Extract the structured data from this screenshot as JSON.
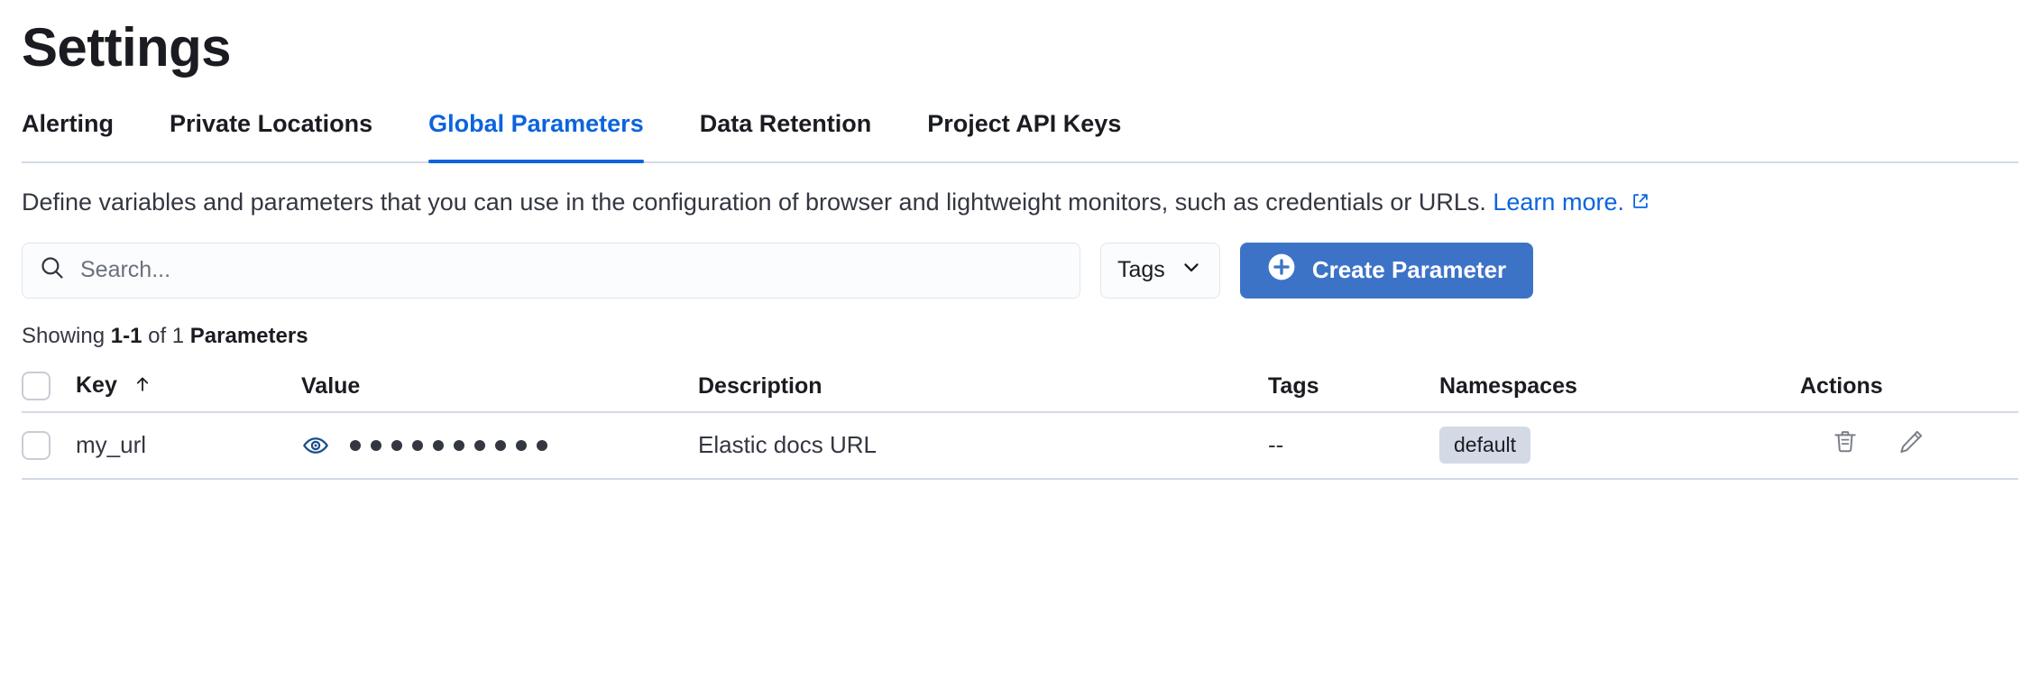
{
  "page": {
    "title": "Settings"
  },
  "tabs": [
    {
      "label": "Alerting",
      "active": false
    },
    {
      "label": "Private Locations",
      "active": false
    },
    {
      "label": "Global Parameters",
      "active": true
    },
    {
      "label": "Data Retention",
      "active": false
    },
    {
      "label": "Project API Keys",
      "active": false
    }
  ],
  "description": {
    "text": "Define variables and parameters that you can use in the configuration of browser and lightweight monitors, such as credentials or URLs.",
    "link_label": "Learn more.",
    "link_icon": "external-link-icon"
  },
  "controls": {
    "search": {
      "icon": "search-icon",
      "value": "",
      "placeholder": "Search..."
    },
    "tags_filter": {
      "label": "Tags",
      "icon": "chevron-down-icon"
    },
    "create_button": {
      "label": "Create Parameter",
      "icon": "plus-circle-icon"
    }
  },
  "results": {
    "prefix": "Showing ",
    "range": "1-1",
    "middle": " of 1 ",
    "entity": "Parameters"
  },
  "table": {
    "columns": [
      {
        "key": "select",
        "label": "",
        "name": "select-all"
      },
      {
        "key": "key",
        "label": "Key",
        "name": "key",
        "sort": "asc",
        "sort_icon": "arrow-up-icon"
      },
      {
        "key": "value",
        "label": "Value",
        "name": "value"
      },
      {
        "key": "description",
        "label": "Description",
        "name": "description"
      },
      {
        "key": "tags",
        "label": "Tags",
        "name": "tags"
      },
      {
        "key": "namespaces",
        "label": "Namespaces",
        "name": "namespaces"
      },
      {
        "key": "actions",
        "label": "Actions",
        "name": "actions"
      }
    ],
    "rows": [
      {
        "selected": false,
        "key": "my_url",
        "value_masked": true,
        "value_icon": "eye-icon",
        "value_dots": 10,
        "description": "Elastic docs URL",
        "tags": "--",
        "namespaces": [
          "default"
        ],
        "actions": [
          {
            "name": "delete-icon",
            "label": "Delete"
          },
          {
            "name": "edit-icon",
            "label": "Edit"
          }
        ]
      }
    ]
  },
  "colors": {
    "accent_blue": "#0b64dd",
    "button_blue": "#3d73c7",
    "text_dark": "#1a1c21",
    "text_body": "#343741",
    "border": "#d3dae6",
    "badge_bg": "#d3dae6",
    "icon_gray": "#7a7f87"
  }
}
